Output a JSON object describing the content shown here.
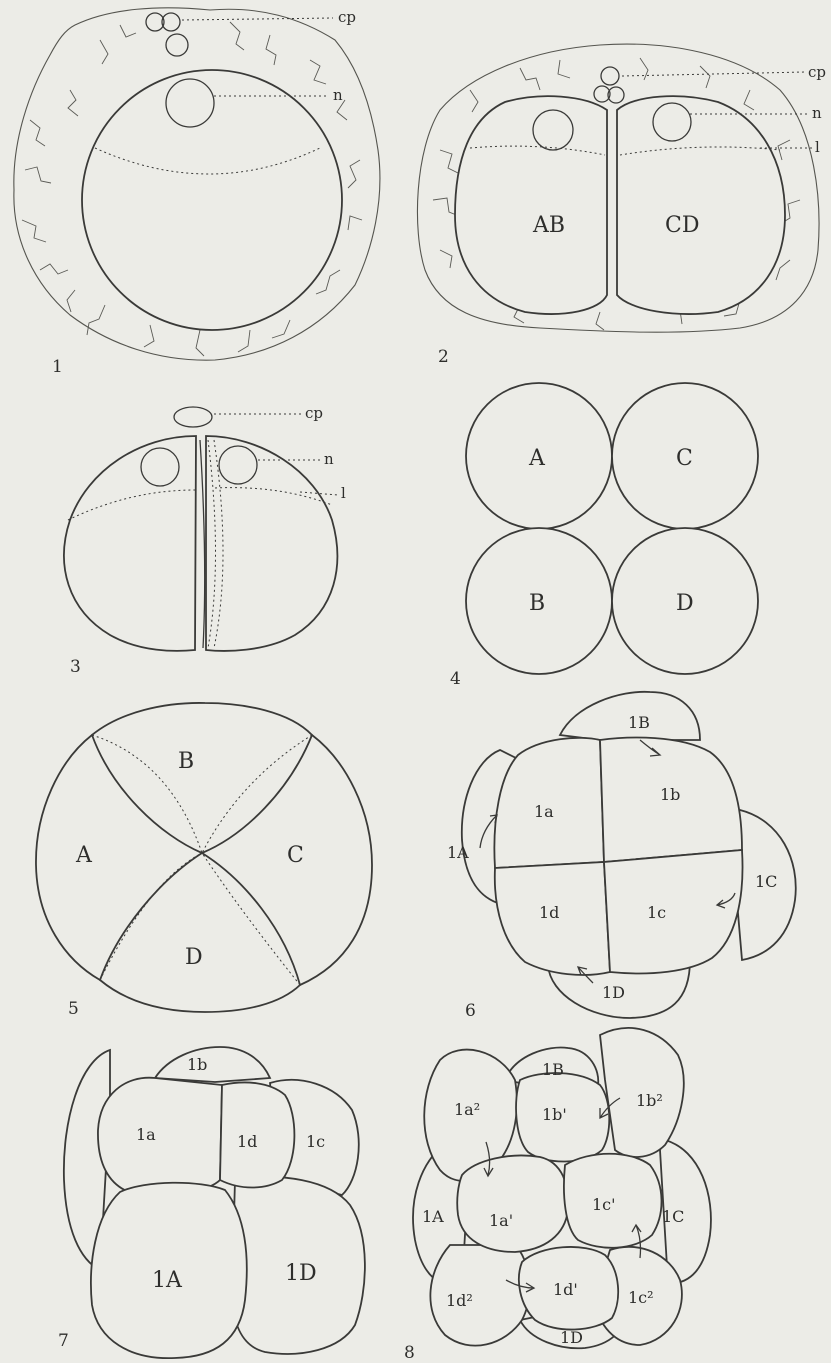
{
  "figures": [
    {
      "number": "1",
      "annotations": [
        "cp",
        "n"
      ]
    },
    {
      "number": "2",
      "cells": [
        "AB",
        "CD"
      ],
      "annotations": [
        "cp",
        "n",
        "l"
      ]
    },
    {
      "number": "3",
      "annotations": [
        "cp",
        "n",
        "l"
      ]
    },
    {
      "number": "4",
      "cells": [
        "A",
        "C",
        "B",
        "D"
      ]
    },
    {
      "number": "5",
      "cells": [
        "B",
        "A",
        "C",
        "D"
      ]
    },
    {
      "number": "6",
      "cells": [
        "1B",
        "1a",
        "1b",
        "1A",
        "1C",
        "1d",
        "1c",
        "1D"
      ]
    },
    {
      "number": "7",
      "cells": [
        "1b",
        "1a",
        "1d",
        "1c",
        "1A",
        "1D"
      ]
    },
    {
      "number": "8",
      "cells": [
        "1B",
        "1a²",
        "1b'",
        "1b²",
        "1A",
        "1a'",
        "1c'",
        "1C",
        "1d²",
        "1d'",
        "1c²",
        "1D"
      ]
    }
  ],
  "colors": {
    "paper": "#ecece7",
    "ink": "#3a3a38"
  }
}
